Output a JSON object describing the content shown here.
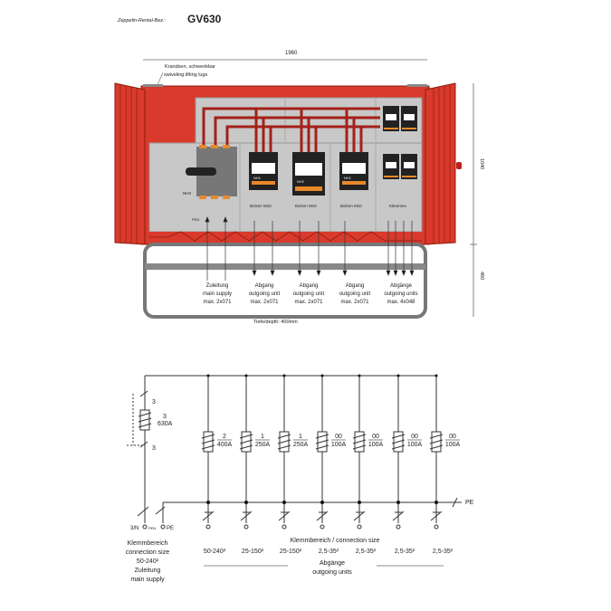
{
  "header": {
    "label": "Zeppelin-Rental-Bez.:",
    "model": "GV630"
  },
  "dimensions": {
    "width": "1960",
    "height": "1040",
    "base_height": "460",
    "depth": "Tiefe/depth: 400mm"
  },
  "lug_note": {
    "line1": "Krandsen, schwenkbar",
    "line2": "swiveling lifting lugs"
  },
  "cabinet": {
    "main_switch": "NH3",
    "modules": [
      {
        "fuse": "NH1",
        "label": "Bolzen M10"
      },
      {
        "fuse": "NH2",
        "label": "Bolzen M10"
      },
      {
        "fuse": "NH1",
        "label": "Bolzen M10"
      },
      {
        "fuse": "",
        "label": "Klemmen"
      }
    ],
    "pen_label": "PEN"
  },
  "cable_labels": [
    {
      "l1": "Zuleitung",
      "l2": "main supply",
      "l3": "max. 2x071"
    },
    {
      "l1": "Abgang",
      "l2": "outgoing unit",
      "l3": "max. 2x071"
    },
    {
      "l1": "Abgang",
      "l2": "outgoing unit",
      "l3": "max. 2x071"
    },
    {
      "l1": "Abgang",
      "l2": "outgoing unit",
      "l3": "max. 2x071"
    },
    {
      "l1": "Abgänge",
      "l2": "outgoing units",
      "l3": "max. 4x048"
    }
  ],
  "schematic": {
    "main_fuse": {
      "poles_top": "3",
      "size": "3",
      "rating": "630A",
      "poles_bottom": "3"
    },
    "outputs": [
      {
        "size": "2",
        "rating": "400A",
        "range": "50-240²"
      },
      {
        "size": "1",
        "rating": "250A",
        "range": "25-150²"
      },
      {
        "size": "1",
        "rating": "250A",
        "range": "25-150²"
      },
      {
        "size": "00",
        "rating": "100A",
        "range": "2,5-35²"
      },
      {
        "size": "00",
        "rating": "100A",
        "range": "2,5-35²"
      },
      {
        "size": "00",
        "rating": "100A",
        "range": "2,5-35²"
      },
      {
        "size": "00",
        "rating": "100A",
        "range": "2,5-35²"
      }
    ],
    "pe_label": "PE",
    "terminals_label": "3/N",
    "pen_label": "PEN",
    "pe_terminal": "PE",
    "main_info": [
      "Klemmbereich",
      "connection size",
      "50-240²",
      "Zuleitung",
      "main supply"
    ],
    "outputs_heading": "Klemmbereich / connection size",
    "outputs_caption": [
      "Abgänge",
      "outgoing units"
    ]
  },
  "colors": {
    "red": "#d93a2b",
    "dark_red": "#a32118",
    "grey": "#c8c8c8",
    "orange": "#e8892a"
  }
}
